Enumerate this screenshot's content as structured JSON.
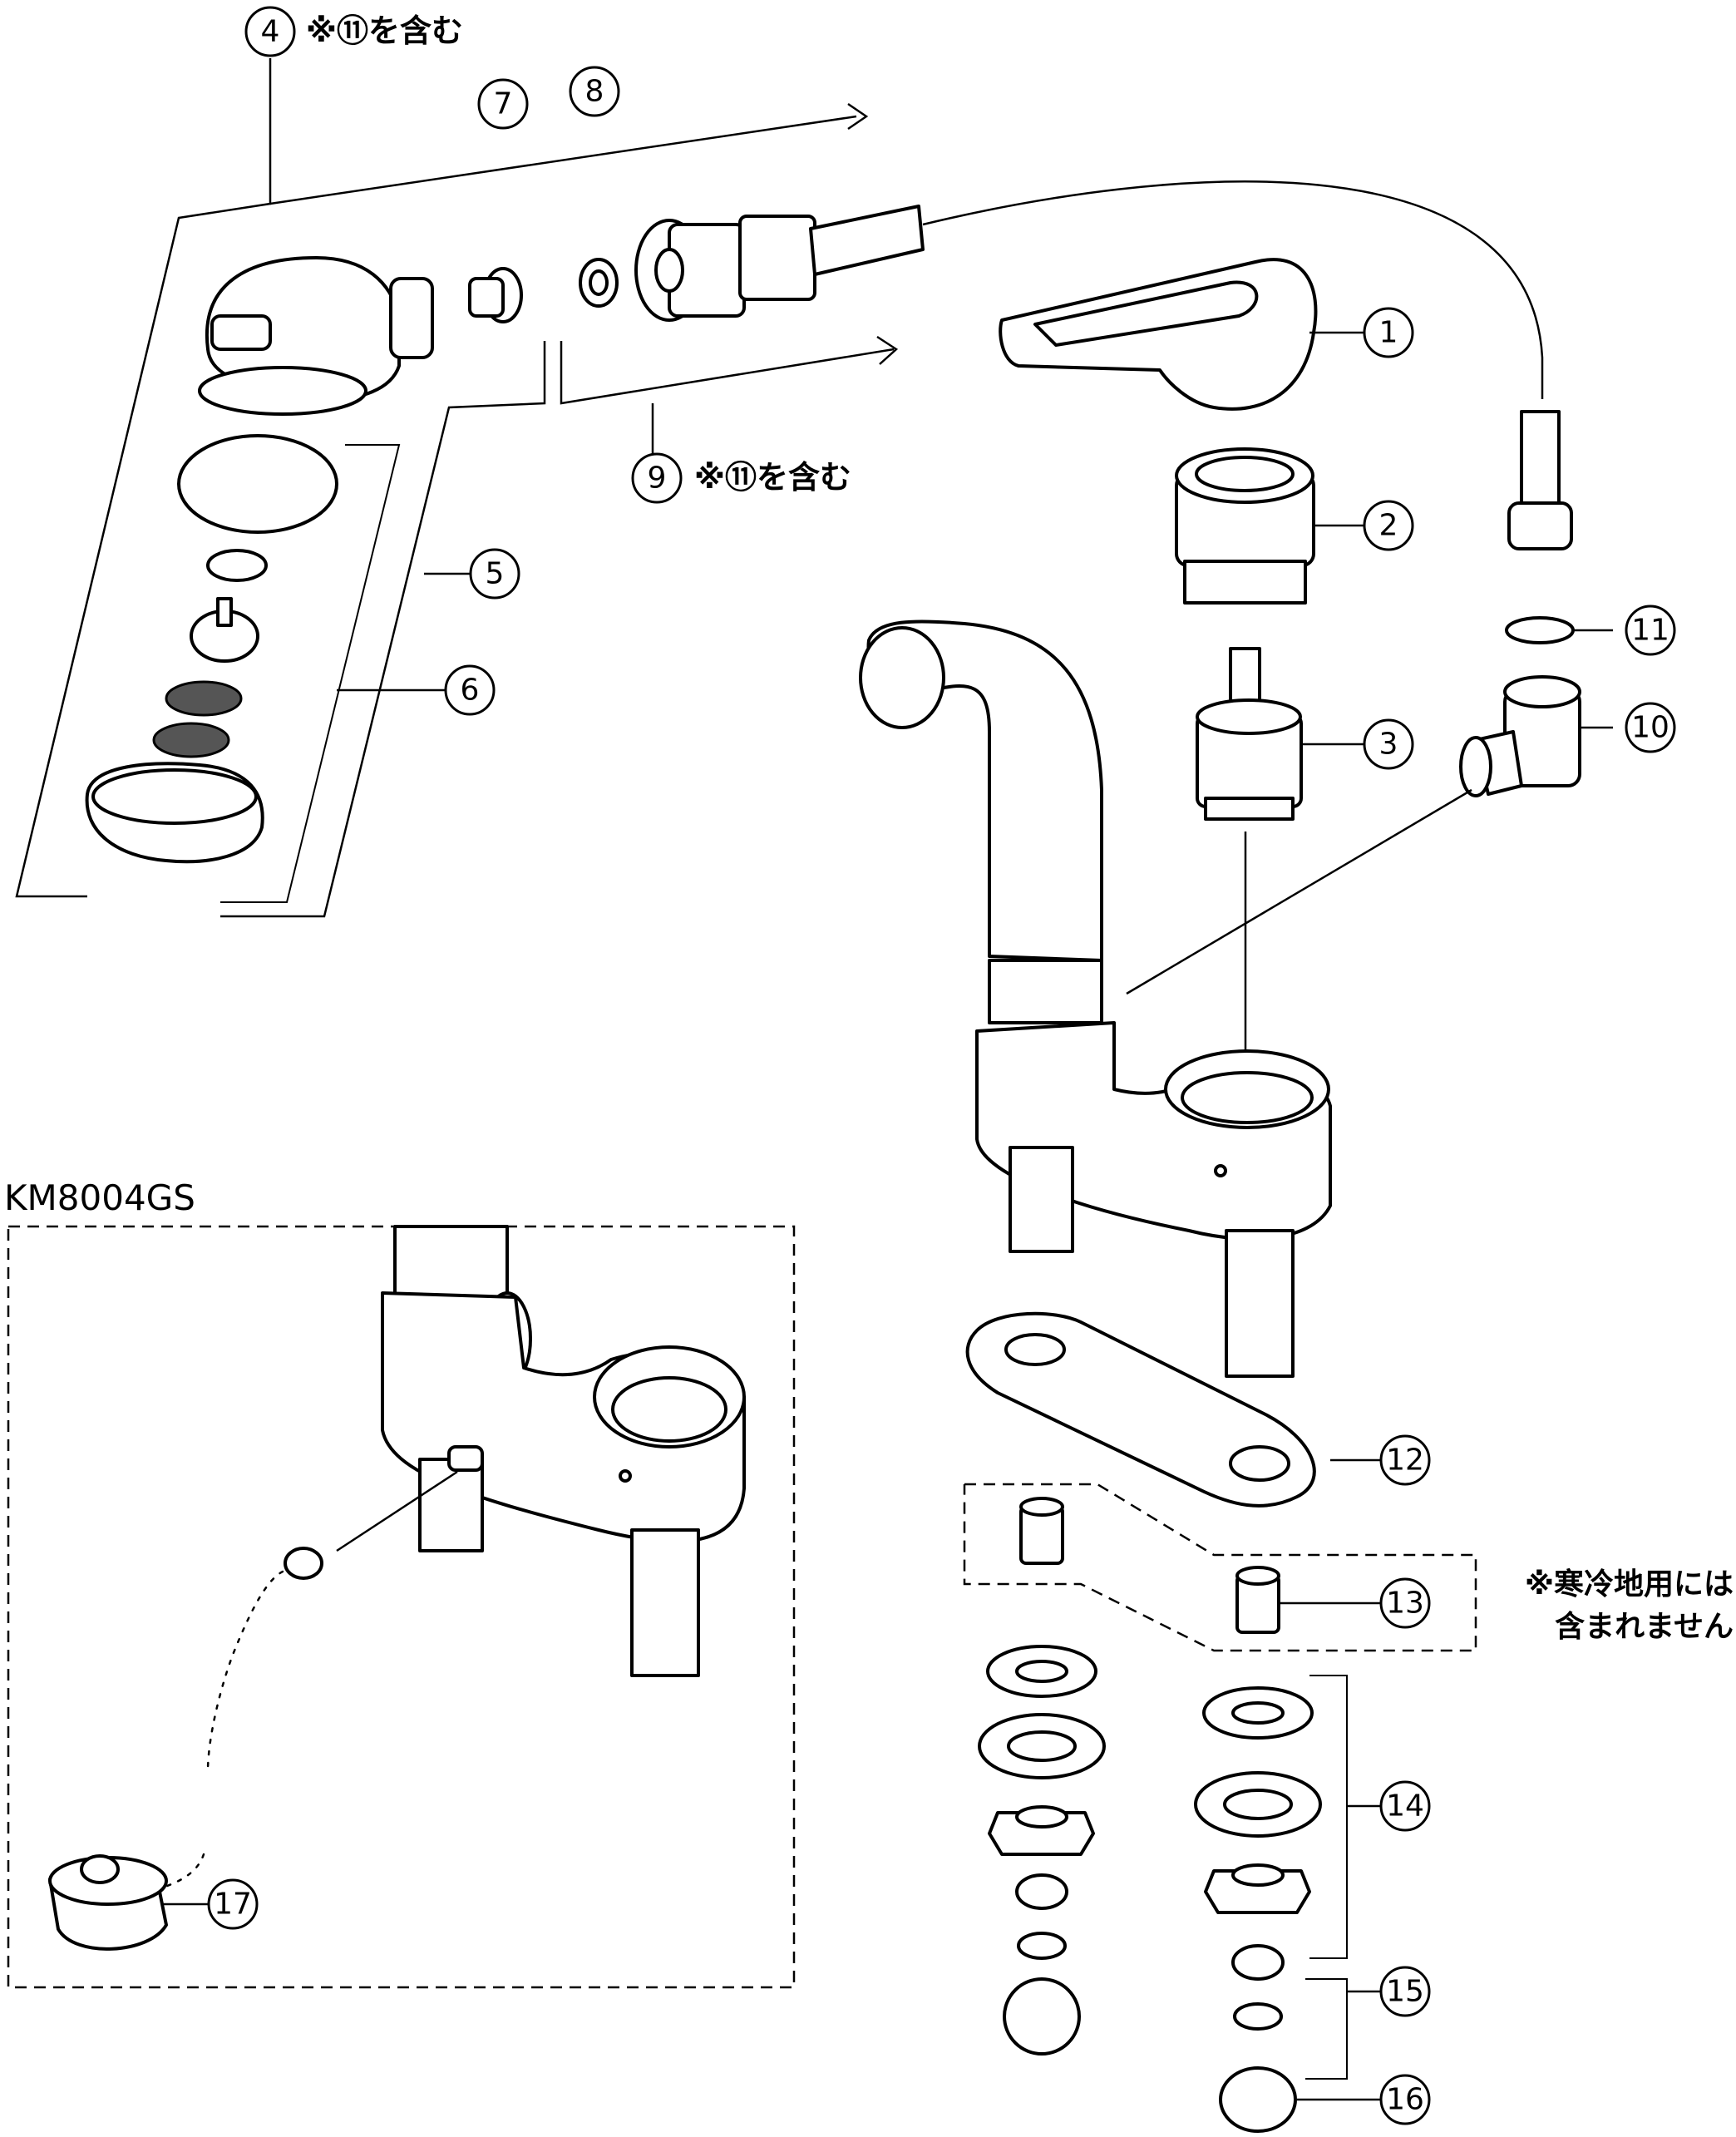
{
  "callouts": {
    "p1": "1",
    "p2": "2",
    "p3": "3",
    "p4": "4",
    "p5": "5",
    "p6": "6",
    "p7": "7",
    "p8": "8",
    "p9": "9",
    "p10": "10",
    "p11": "11",
    "p12": "12",
    "p13": "13",
    "p14": "14",
    "p15": "15",
    "p16": "16",
    "p17": "17"
  },
  "notes": {
    "includes_11_a": "※⑪を含む",
    "includes_11_b": "※⑪を含む",
    "cold_region_line1": "※寒冷地用には",
    "cold_region_line2": "含まれません"
  },
  "variant": {
    "model_label": "KM8004GS"
  }
}
